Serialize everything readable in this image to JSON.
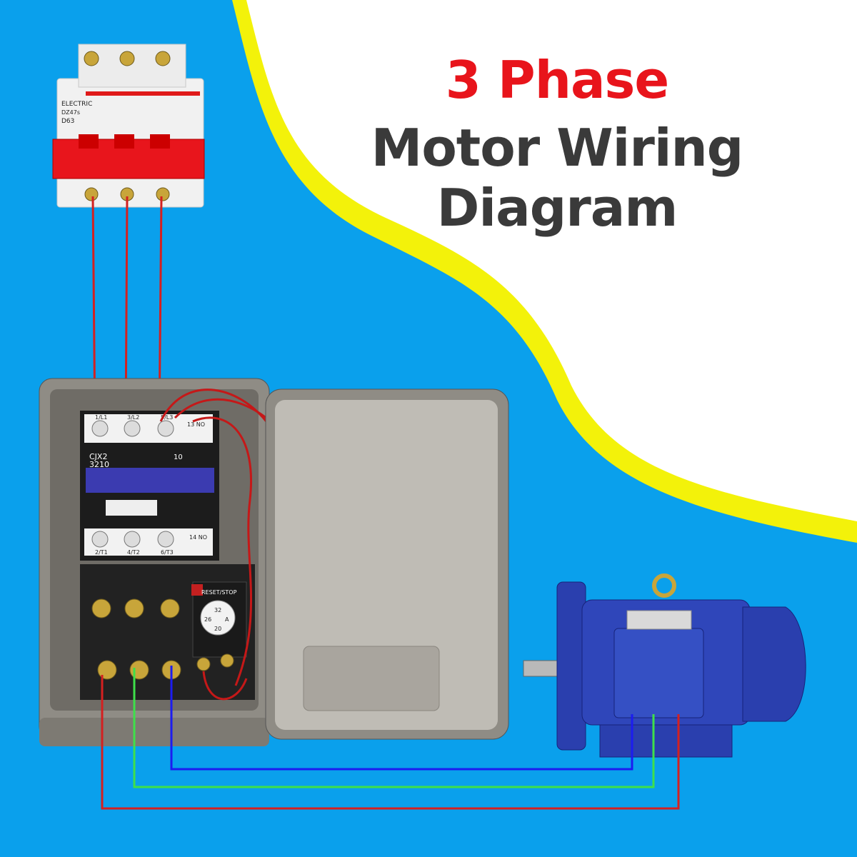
{
  "header": {
    "line1": "3 Phase",
    "line2": "Motor Wiring Diagram"
  },
  "colors": {
    "background_blue": "#0aa0ec",
    "accent_yellow": "#f3f20a",
    "title_red": "#e8141b",
    "title_dark": "#3a3a3a",
    "wire_red": "#d42020",
    "wire_green": "#3ee04a",
    "wire_blue": "#1c1cf0",
    "motor_blue": "#2a3fae",
    "enclosure_grey": "#8f8c85"
  },
  "breaker": {
    "brand": "ELECTRIC",
    "model": "DZ47s",
    "rating": "D63"
  },
  "contactor": {
    "model": "CJX2",
    "number": "3210",
    "aux_contact": "10",
    "line_terminals": [
      "1/L1",
      "3/L2",
      "5/L3"
    ],
    "load_terminals": [
      "2/T1",
      "4/T2",
      "6/T3"
    ],
    "aux_no_top": "13 NO",
    "aux_no_bottom": "14 NO"
  },
  "overload_relay": {
    "button_label": "RESET/STOP",
    "dial_values": [
      "32",
      "26",
      "20",
      "A"
    ]
  },
  "icons": [
    "circuit-breaker-icon",
    "contactor-icon",
    "overload-relay-icon",
    "motor-icon"
  ]
}
